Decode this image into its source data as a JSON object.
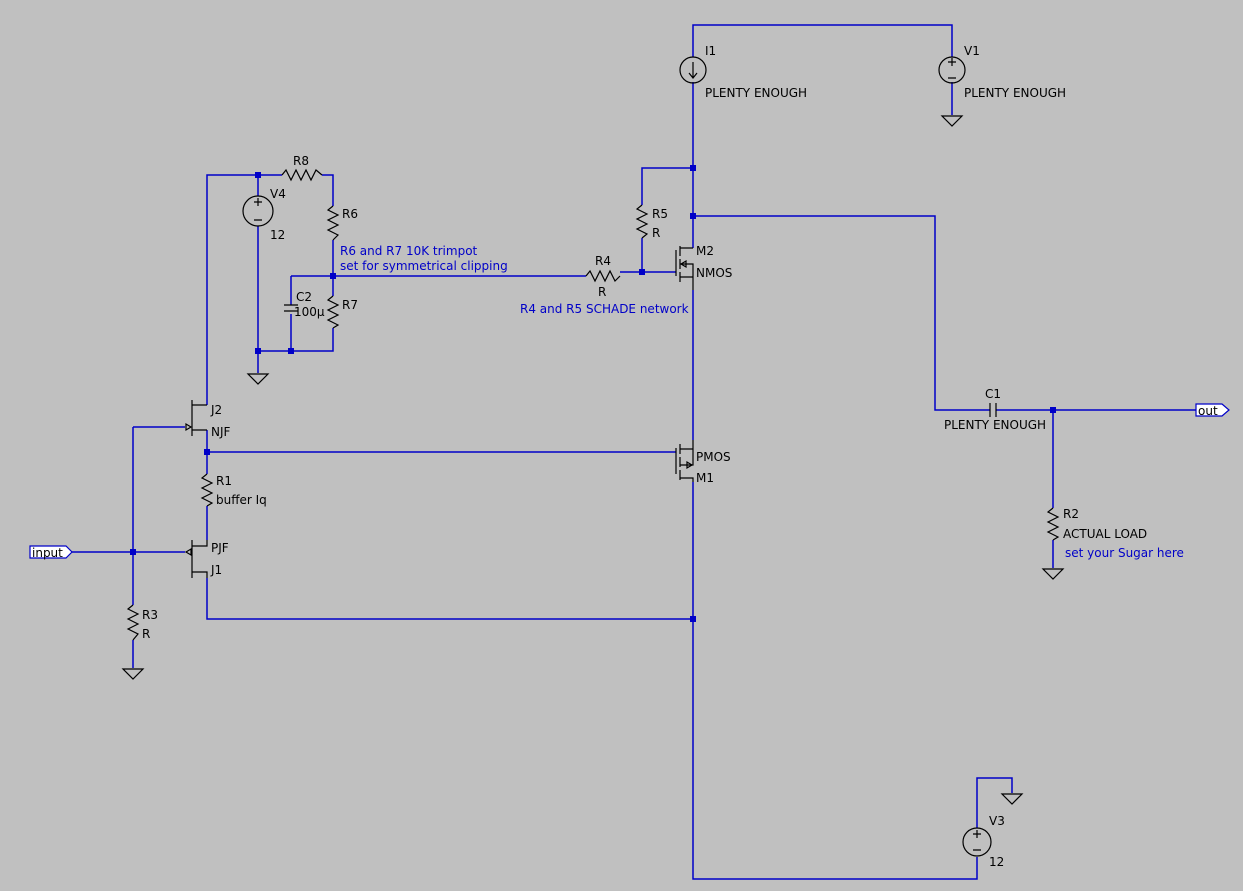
{
  "components": {
    "I1": {
      "name": "I1",
      "value": "PLENTY ENOUGH"
    },
    "V1": {
      "name": "V1",
      "value": "PLENTY ENOUGH"
    },
    "V4": {
      "name": "V4",
      "value": "12"
    },
    "V3": {
      "name": "V3",
      "value": "12"
    },
    "R8": {
      "name": "R8"
    },
    "R6": {
      "name": "R6"
    },
    "R7": {
      "name": "R7"
    },
    "C2": {
      "name": "C2",
      "value": "100µ"
    },
    "R4": {
      "name": "R4",
      "value": "R"
    },
    "R5": {
      "name": "R5",
      "value": "R"
    },
    "M2": {
      "name": "M2",
      "value": "NMOS"
    },
    "M1": {
      "name": "M1",
      "value": "PMOS"
    },
    "J2": {
      "name": "J2",
      "value": "NJF"
    },
    "J1": {
      "name": "J1",
      "value": "PJF"
    },
    "R1": {
      "name": "R1",
      "value": "buffer Iq"
    },
    "R3": {
      "name": "R3",
      "value": "R"
    },
    "C1": {
      "name": "C1",
      "value": "PLENTY ENOUGH"
    },
    "R2": {
      "name": "R2",
      "value": "ACTUAL LOAD"
    }
  },
  "ports": {
    "input": "input",
    "out": "out"
  },
  "notes": {
    "trimpot_line1": "R6 and R7 10K trimpot",
    "trimpot_line2": "set for symmetrical clipping",
    "schade": "R4 and R5 SCHADE network",
    "sugar": "set your Sugar here"
  },
  "colors": {
    "background": "#c0c0c0",
    "wire": "#0000c8",
    "symbol": "#000000"
  }
}
